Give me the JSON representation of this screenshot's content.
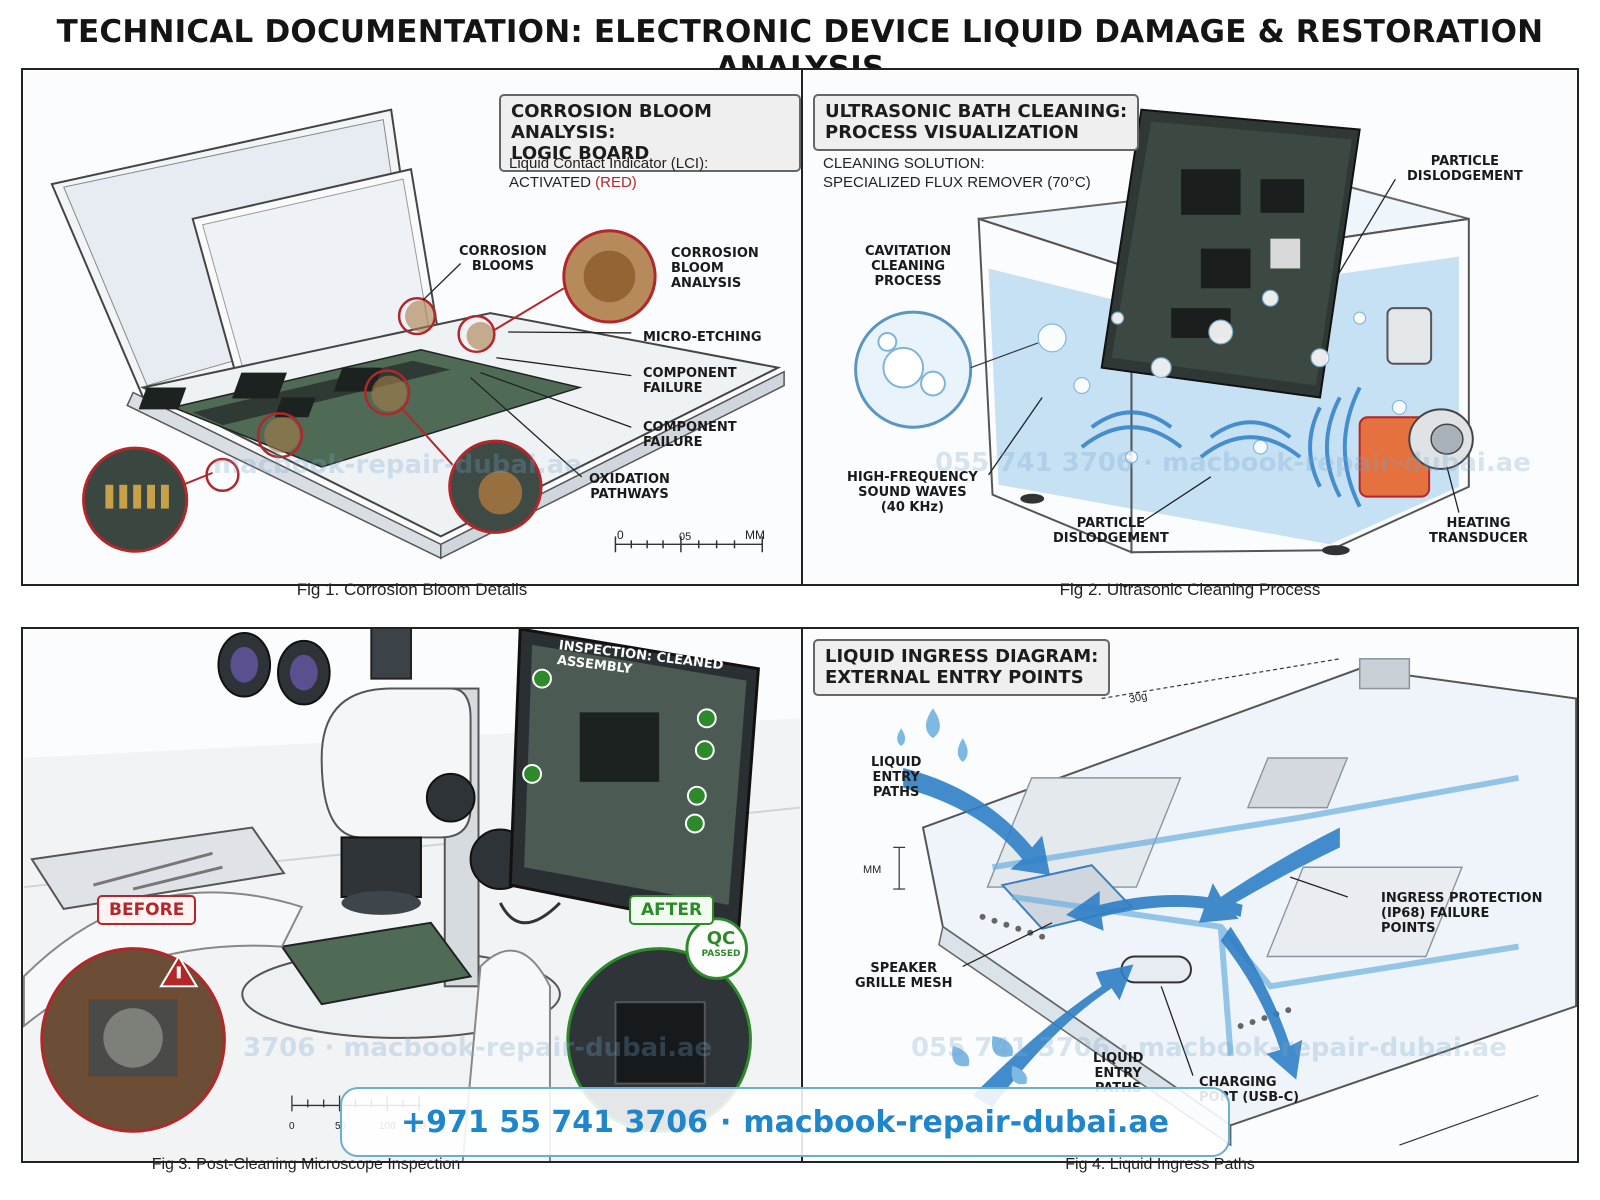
{
  "title": "TECHNICAL DOCUMENTATION: ELECTRONIC DEVICE LIQUID DAMAGE & RESTORATION ANALYSIS",
  "colors": {
    "accent_blue": "#1f86cc",
    "corrosion_red": "#b3262a",
    "pass_green": "#2d8a2a",
    "water_blue": "#bcdcf2"
  },
  "fig1": {
    "heading_line1": "CORROSION BLOOM ANALYSIS:",
    "heading_line2": "LOGIC BOARD",
    "lci_label": "Liquid Contact Indicator (LCI):",
    "lci_status": "ACTIVATED",
    "lci_color": "(RED)",
    "labels": {
      "corrosion_blooms_1": "CORROSION",
      "corrosion_blooms_2": "BLOOMS",
      "bloom_analysis_1": "CORROSION",
      "bloom_analysis_2": "BLOOM",
      "bloom_analysis_3": "ANALYSIS",
      "micro_etching": "MICRO-ETCHING",
      "component_failure_a1": "COMPONENT",
      "component_failure_a2": "FAILURE",
      "component_failure_b1": "COMPONENT",
      "component_failure_b2": "FAILURE",
      "oxidation_1": "OXIDATION",
      "oxidation_2": "PATHWAYS"
    },
    "scale": {
      "start": "0",
      "mid": "05",
      "unit": "MM"
    },
    "watermark": "macbook-repair-dubai.ae",
    "caption": "Fig 1. Corrosion Bloom Details"
  },
  "fig2": {
    "heading_line1": "ULTRASONIC BATH CLEANING:",
    "heading_line2": "PROCESS VISUALIZATION",
    "solution_label": "CLEANING SOLUTION:",
    "solution_value": "SPECIALIZED FLUX REMOVER (70°C)",
    "labels": {
      "cavitation_1": "CAVITATION",
      "cavitation_2": "CLEANING",
      "cavitation_3": "PROCESS",
      "particle_top_1": "PARTICLE",
      "particle_top_2": "DISLODGEMENT",
      "sound_1": "HIGH-FREQUENCY",
      "sound_2": "SOUND WAVES",
      "sound_3": "(40 KHz)",
      "particle_bottom_1": "PARTICLE",
      "particle_bottom_2": "DISLODGEMENT",
      "heating_1": "HEATING",
      "heating_2": "TRANSDUCER"
    },
    "watermark": "055 741 3706 · macbook-repair-dubai.ae",
    "caption": "Fig 2. Ultrasonic Cleaning Process"
  },
  "fig3": {
    "screen_title": "INSPECTION: CLEANED ASSEMBLY",
    "before_label": "BEFORE",
    "after_label": "AFTER",
    "qc_1": "QC",
    "qc_2": "PASSED",
    "ruler": {
      "start": "0",
      "mid": "50",
      "a": "100",
      "b": "100"
    },
    "watermark": "3706 · macbook-repair-dubai.ae",
    "caption": "Fig 3. Post-Cleaning Microscope Inspection"
  },
  "fig4": {
    "heading_line1": "LIQUID INGRESS DIAGRAM:",
    "heading_line2": "EXTERNAL ENTRY POINTS",
    "labels": {
      "entry_top_1": "LIQUID",
      "entry_top_2": "ENTRY",
      "entry_top_3": "PATHS",
      "ingress_1": "INGRESS PROTECTION",
      "ingress_2": "(IP68) FAILURE",
      "ingress_3": "POINTS",
      "speaker_1": "SPEAKER",
      "speaker_2": "GRILLE MESH",
      "entry_bottom_1": "LIQUID",
      "entry_bottom_2": "ENTRY",
      "entry_bottom_3": "PATHS",
      "charging_1": "CHARGING",
      "charging_2": "PORT (USB-C)",
      "dimension_mm": "MM",
      "dimension_30": "30g"
    },
    "watermark": "055 741 3706 · macbook-repair-dubai.ae",
    "caption": "Fig 4. Liquid Ingress Paths"
  },
  "banner": {
    "phone": "+971 55 741 3706",
    "separator": "·",
    "site": "macbook-repair-dubai.ae"
  }
}
